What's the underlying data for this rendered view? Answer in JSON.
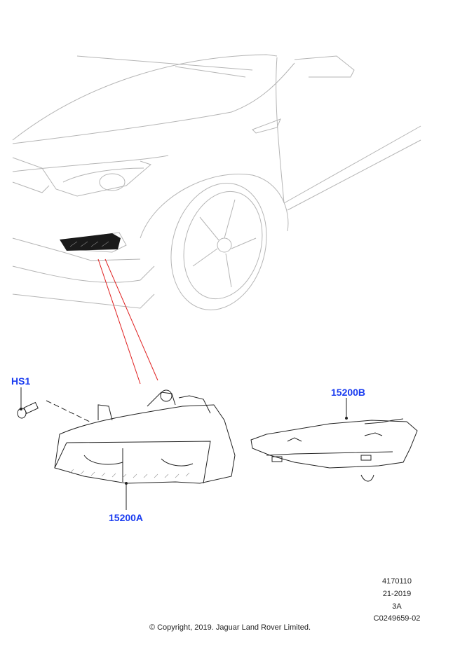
{
  "callouts": {
    "hs1": "HS1",
    "part_a": "15200A",
    "part_b": "15200B"
  },
  "illustration_info": {
    "line1": "4170110",
    "line2": "21-2019",
    "line3": "3A",
    "line4": "C0249659-02"
  },
  "copyright": "© Copyright, 2019. Jaguar Land Rover Limited.",
  "colors": {
    "callout": "#1a3cf0",
    "leader_red": "#e02020",
    "car_line": "#b0b0b0",
    "part_line": "#222222"
  }
}
